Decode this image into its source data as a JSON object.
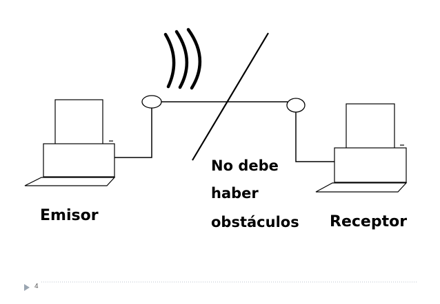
{
  "labels": {
    "sender": "Emisor",
    "receiver": "Receptor",
    "note_line1": "No debe",
    "note_line2": "haber",
    "note_line3": "obstáculos"
  },
  "footer": {
    "page_number": "4"
  },
  "icons": {
    "sender_device": "laptop-icon",
    "receiver_device": "laptop-icon",
    "signal": "wireless-waves-icon",
    "bullet": "triangle-bullet-icon"
  },
  "colors": {
    "ink": "#000000",
    "background": "#ffffff",
    "footer_bullet": "#9aa5b1",
    "footer_rule": "#b8c2cc"
  }
}
